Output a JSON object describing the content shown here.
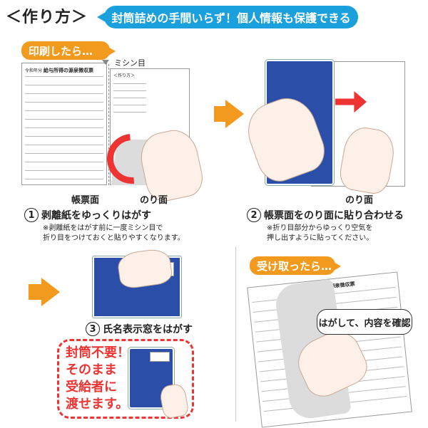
{
  "heading": "＜作り方＞",
  "banner": "封筒詰めの手間いらず！個人情報も保護できる",
  "tag_print": "印刷したら…",
  "perforation_label": "ミシン目",
  "form_title": "給与所得の源泉徴収票",
  "form_title2": "給与所得の源泉徴収票",
  "era_label": "令和年分",
  "mini_label": "＜作り方＞",
  "label_ledger": "帳票面",
  "label_glue1": "のり面",
  "label_glue2": "のり面",
  "step1": {
    "num": "1",
    "title": "剥離紙をゆっくりはがす",
    "note1": "※剥離紙をはがす前に一度ミシン目で",
    "note2": "折り目をつけておくと貼りやすくなります。"
  },
  "step2": {
    "num": "2",
    "title": "帳票面をのり面に貼り合わせる",
    "note1": "※折り目部分からゆっくり空気を",
    "note2": "押し出すように貼ってください。"
  },
  "step3": {
    "num": "3",
    "title": "氏名表示窓をはがす"
  },
  "no_envelope": [
    "封筒不要！",
    "そのまま",
    "受給者に",
    "渡せます。"
  ],
  "tag_received": "受け取ったら…",
  "bubble_text": "はがして、内容を確認",
  "colors": {
    "accent_blue": "#1aa0dc",
    "orange": "#f29a1e",
    "red": "#e33333",
    "sheet_blue": "#2b4fa8"
  }
}
